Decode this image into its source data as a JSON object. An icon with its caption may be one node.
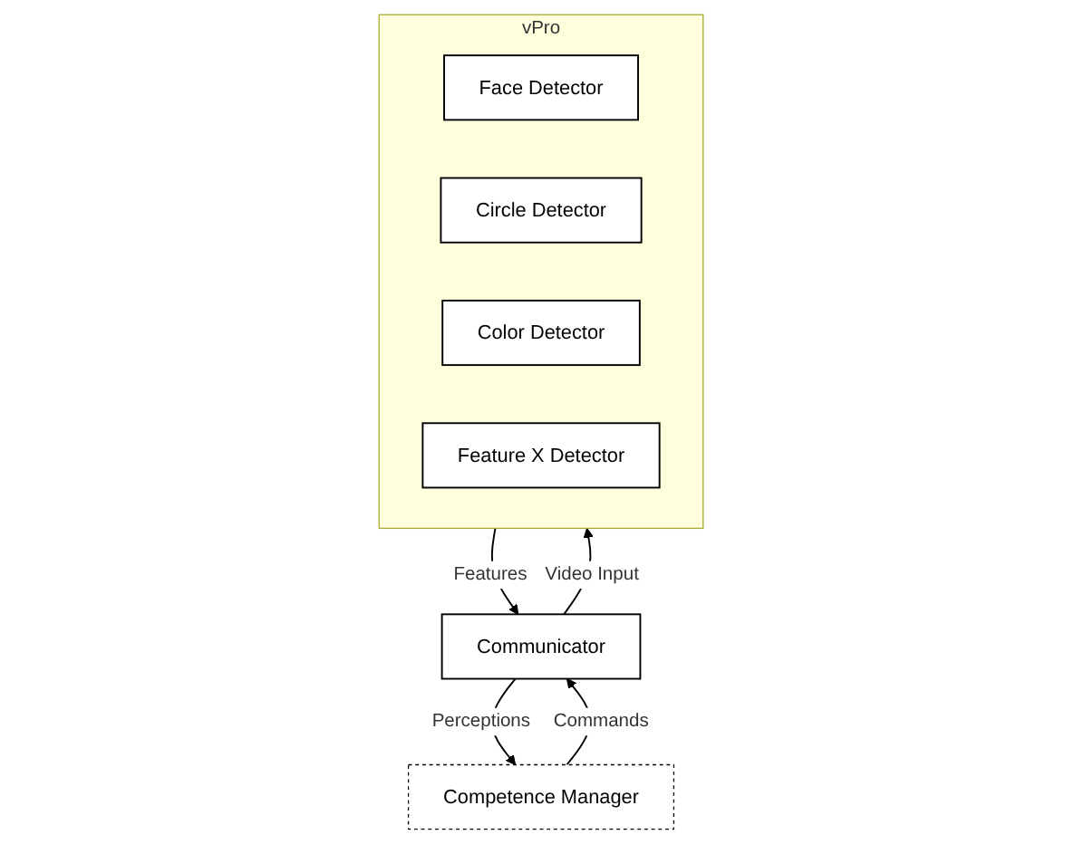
{
  "diagram": {
    "nodes": [
      {
        "text": [
          "vPro"
        ]
      },
      {
        "text": [
          "Face Detector"
        ],
        "in": 0
      },
      {
        "text": [
          "Circle Detector"
        ],
        "in": 0
      },
      {
        "text": [
          "Color Detector"
        ],
        "in": 0
      },
      {
        "text": [
          "Feature X Detector"
        ],
        "in": 0
      },
      {
        "text": [
          "Communicator"
        ]
      },
      {
        "text": [
          "Competence Manager"
        ]
      }
    ],
    "edges": [
      {
        "from": 5,
        "to": 0,
        "arrow": "to",
        "label": "Video Input"
      },
      {
        "from": 0,
        "to": 5,
        "arrow": "to",
        "label": "Features"
      },
      {
        "from": 6,
        "to": 5,
        "arrow": "to",
        "label": "Commands"
      },
      {
        "from": 5,
        "to": 6,
        "arrow": "to",
        "label": "Perceptions"
      }
    ]
  }
}
